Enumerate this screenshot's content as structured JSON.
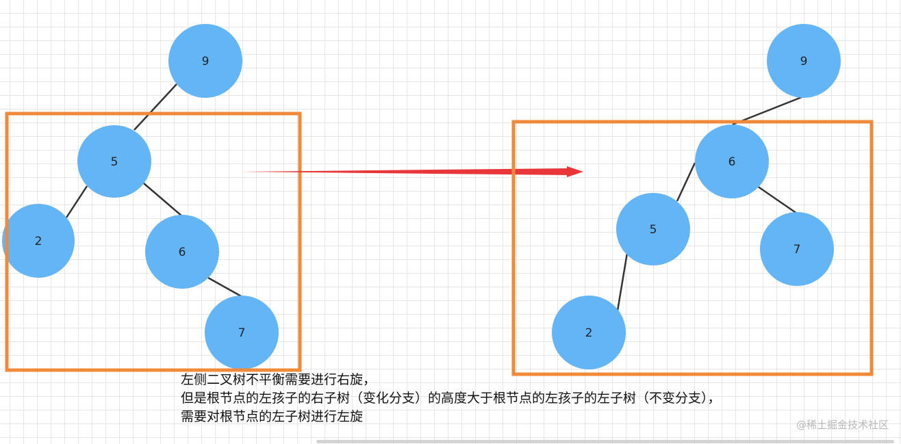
{
  "diagram": {
    "left_tree": {
      "root": "9",
      "nodes": [
        "9",
        "5",
        "2",
        "6",
        "7"
      ],
      "edges": [
        [
          "9",
          "5"
        ],
        [
          "5",
          "2"
        ],
        [
          "5",
          "6"
        ],
        [
          "6",
          "7"
        ]
      ]
    },
    "right_tree": {
      "root": "9",
      "nodes": [
        "9",
        "6",
        "5",
        "7",
        "2"
      ],
      "edges": [
        [
          "9",
          "6"
        ],
        [
          "6",
          "5"
        ],
        [
          "6",
          "7"
        ],
        [
          "5",
          "2"
        ]
      ]
    },
    "colors": {
      "node_fill": "#64b5f6",
      "edge": "#333333",
      "frame": "#f0893a",
      "arrow": "#e8363a"
    }
  },
  "caption": {
    "line1": "左侧二叉树不平衡需要进行右旋，",
    "line2": "但是根节点的左孩子的右子树（变化分支）的高度大于根节点的左孩子的左子树（不变分支），",
    "line3": "需要对根节点的左子树进行左旋"
  },
  "watermark": "@稀土掘金技术社区"
}
